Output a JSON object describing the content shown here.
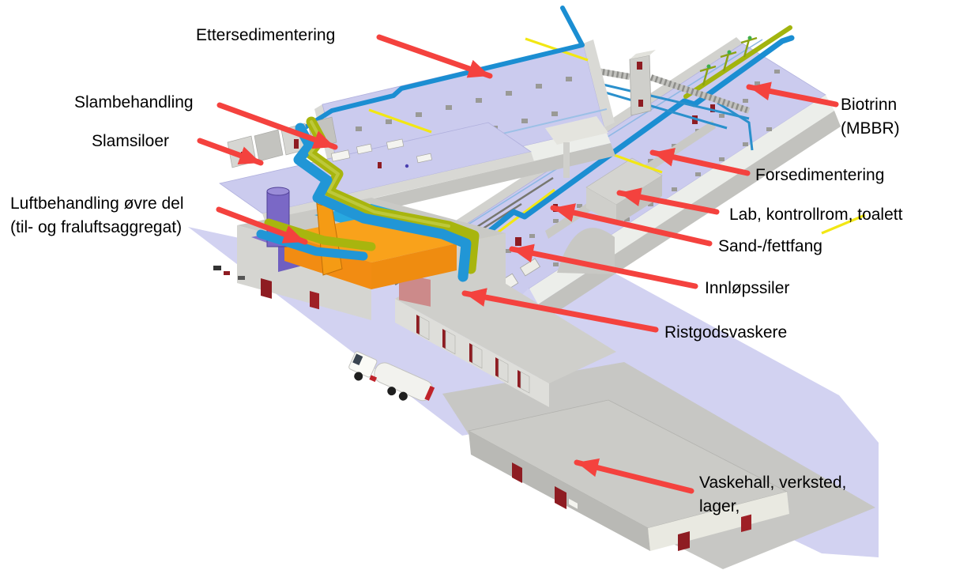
{
  "figure": {
    "type": "3d-plant-overview",
    "description": "3D model overview of a wastewater treatment plant with red arrows labelling process areas",
    "background": "#ffffff"
  },
  "annotations": [
    {
      "id": "ettersedimentering",
      "text": "Ettersedimentering"
    },
    {
      "id": "slambehandling",
      "text": "Slambehandling"
    },
    {
      "id": "slamsiloer",
      "text": "Slamsiloer"
    },
    {
      "id": "luftbehandling",
      "text": "Luftbehandling øvre del\n(til- og fraluftsaggregat)"
    },
    {
      "id": "biotrinn",
      "text": "Biotrinn\n(MBBR)"
    },
    {
      "id": "forsedimentering",
      "text": "Forsedimentering"
    },
    {
      "id": "lab",
      "text": "Lab, kontrollrom, toalett"
    },
    {
      "id": "sandfettfang",
      "text": "Sand-/fettfang"
    },
    {
      "id": "innlopssiler",
      "text": "Innløpssiler"
    },
    {
      "id": "ristgodsvaskere",
      "text": "Ristgodsvaskere"
    },
    {
      "id": "vaskehall",
      "text": "Vaskehall, verksted,\nlager,"
    }
  ],
  "colors": {
    "arrow_red": "#f4423e",
    "roof_lavender": "#cbcbee",
    "ground_lavender": "#d2d2f1",
    "wall_gray": "#d5d5d1",
    "slab_gray": "#c7c7c4",
    "ahu_orange": "#f28c12",
    "chimney_purple": "#7a68c6",
    "duct_blue": "#2196d6",
    "duct_green": "#a8b50e",
    "pipe_yellow": "#f2e713",
    "door_dark_red": "#8e1c22",
    "label_text": "#000000"
  }
}
